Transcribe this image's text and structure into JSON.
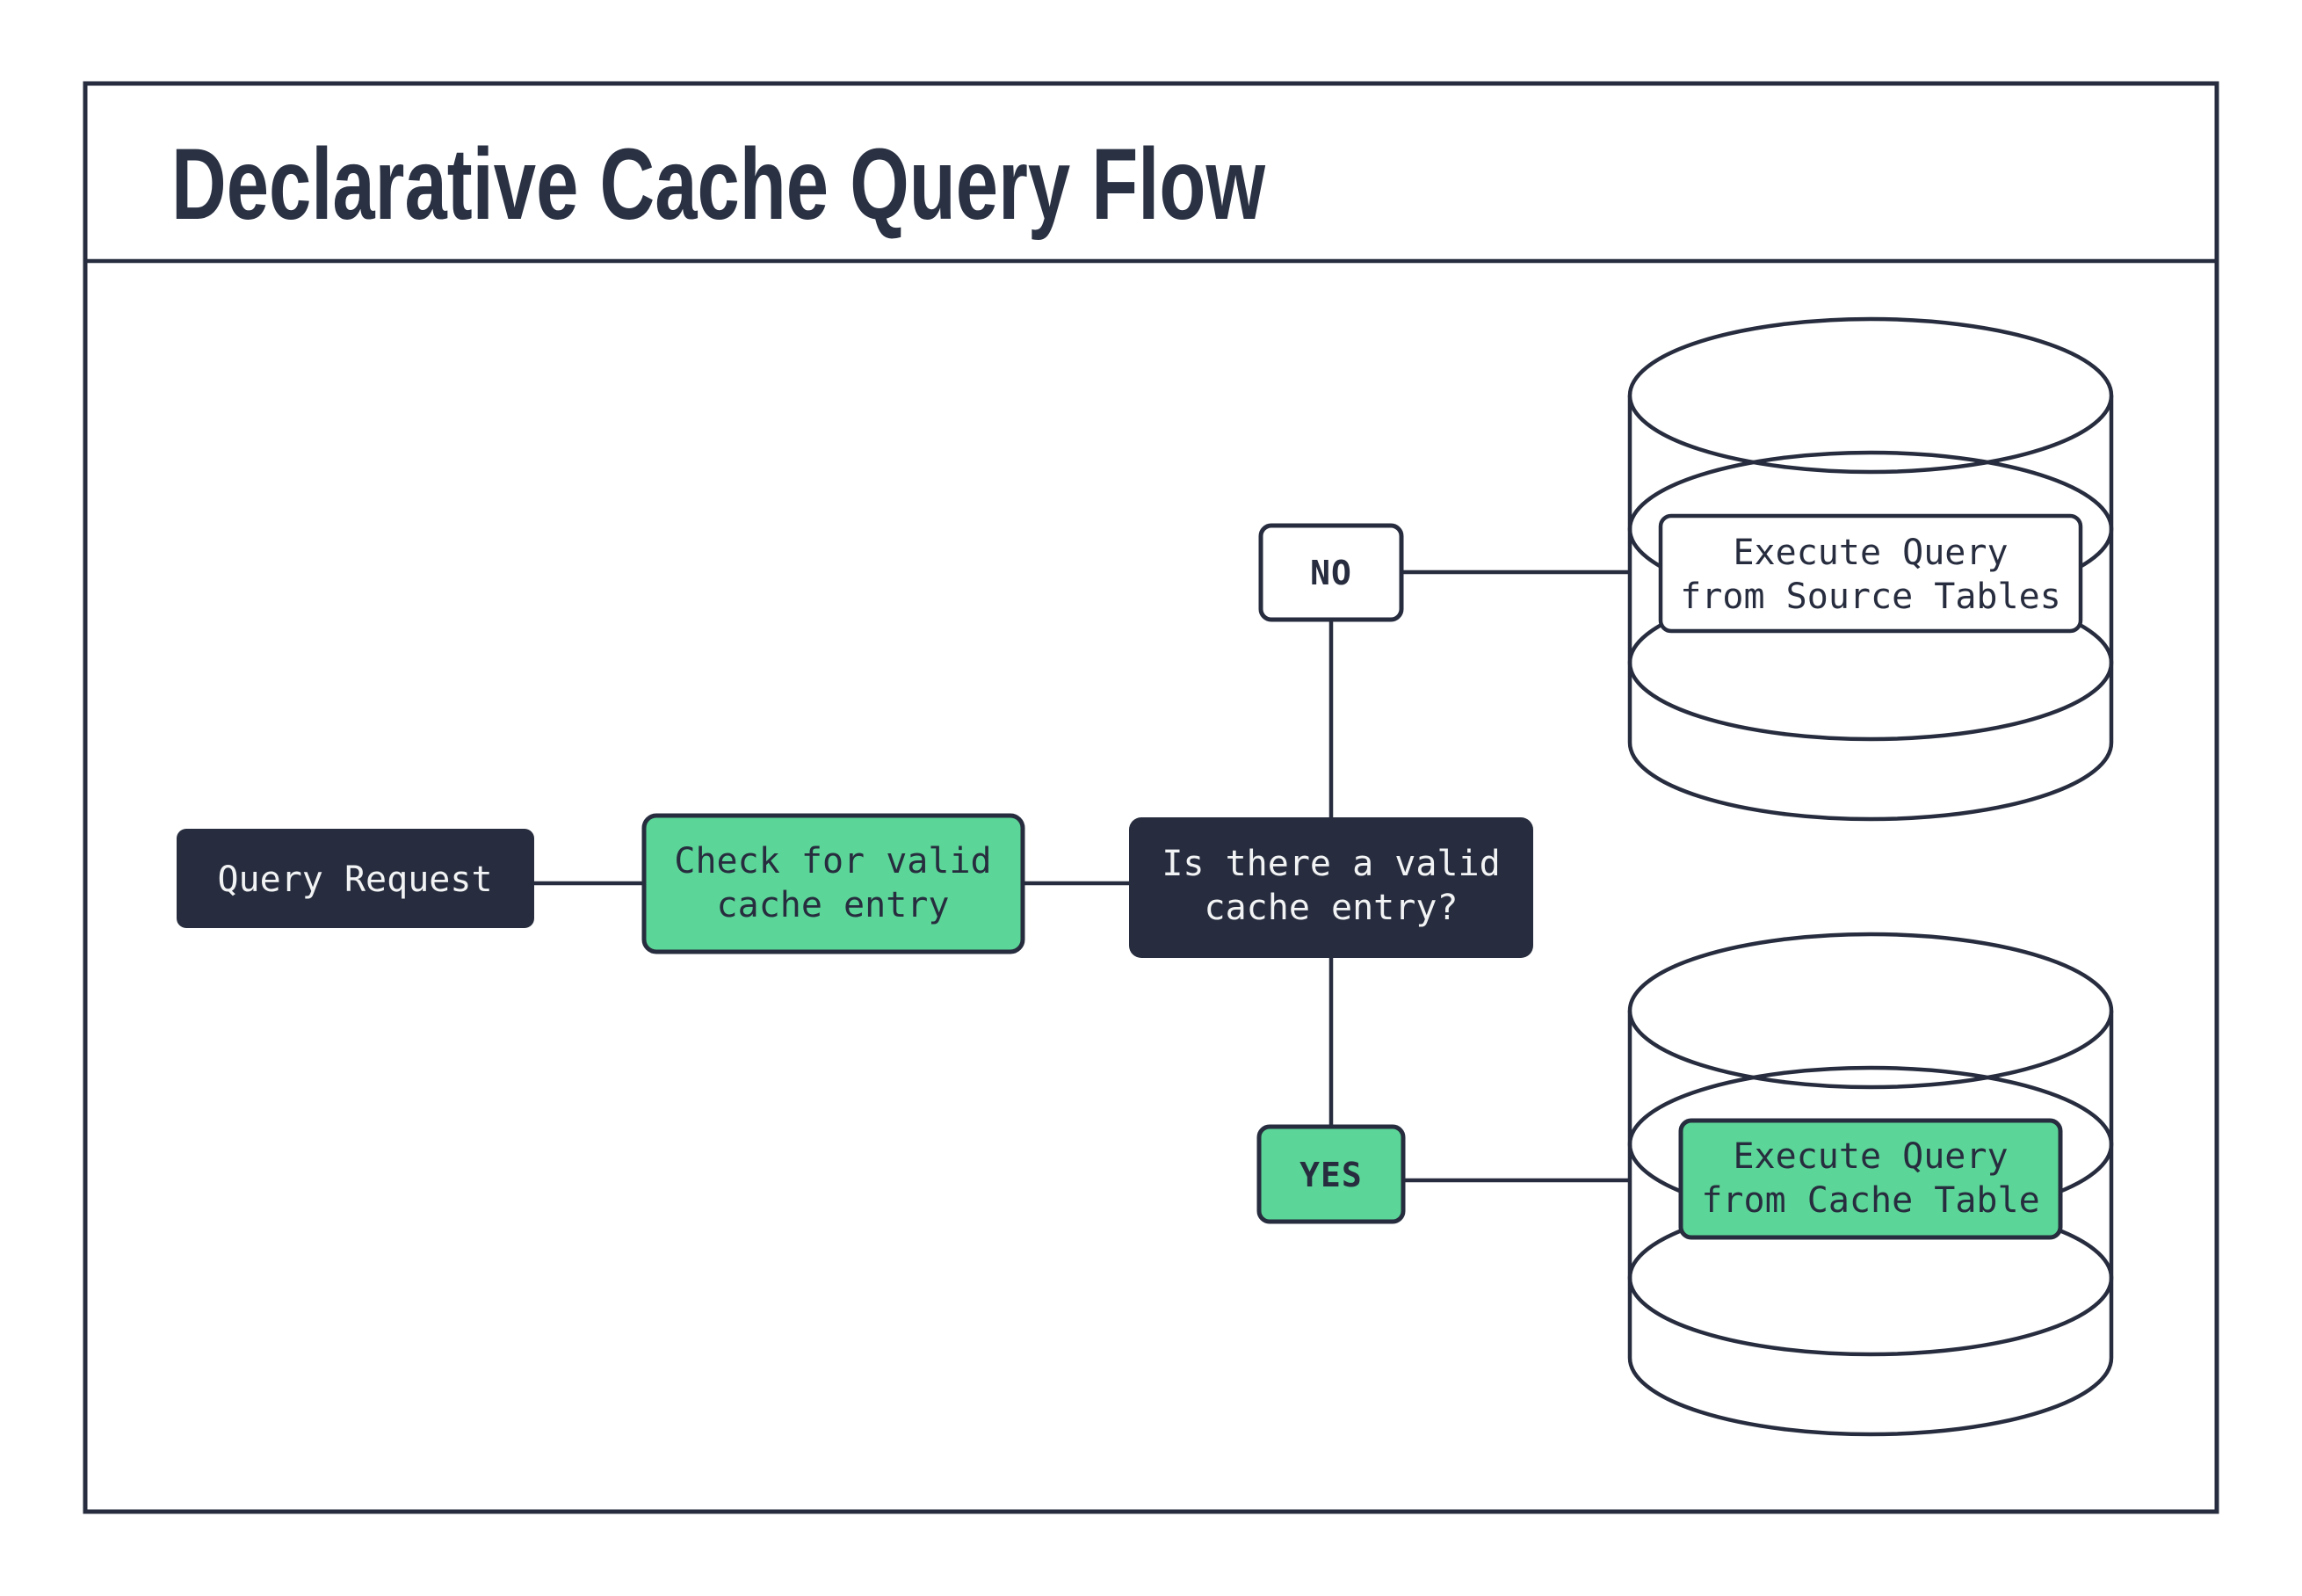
{
  "title": "Declarative Cache Query Flow",
  "colors": {
    "dark_navy": "#272d3e",
    "green": "#5cd598",
    "white": "#ffffff",
    "light_text": "#f2f3f4",
    "title_text": "#2a3143"
  },
  "nodes": {
    "query_request": {
      "label": "Query Request"
    },
    "check_cache": {
      "line1": "Check for valid",
      "line2": "cache entry"
    },
    "decision": {
      "line1": "Is there a valid",
      "line2": "cache entry?"
    },
    "branch_no": {
      "label": "NO"
    },
    "branch_yes": {
      "label": "YES"
    },
    "source_db": {
      "line1": "Execute Query",
      "line2": "from Source Tables"
    },
    "cache_db": {
      "line1": "Execute Query",
      "line2": "from Cache Table"
    }
  }
}
